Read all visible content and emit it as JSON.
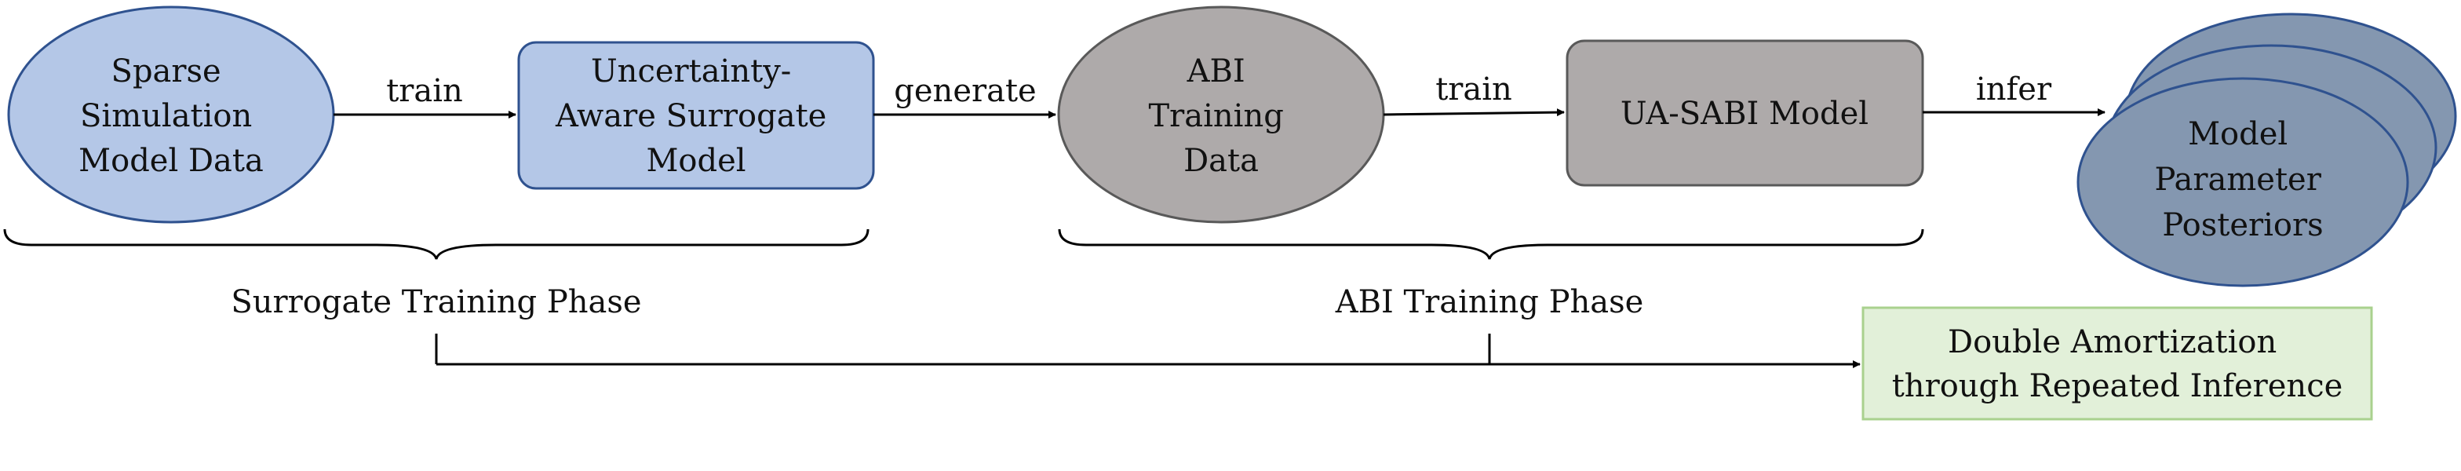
{
  "nodes": {
    "sparse_data": {
      "lines": [
        "Sparse",
        "Simulation",
        "Model Data"
      ]
    },
    "surrogate_model": {
      "lines": [
        "Uncertainty-",
        "Aware Surrogate",
        "Model"
      ]
    },
    "abi_data": {
      "lines": [
        "ABI",
        "Training",
        "Data"
      ]
    },
    "uasabi_model": {
      "lines": [
        "UA-SABI Model"
      ]
    },
    "posteriors": {
      "lines": [
        "Model",
        "Parameter",
        "Posteriors"
      ]
    },
    "double_amortization": {
      "lines": [
        "Double Amortization",
        "through Repeated Inference"
      ]
    }
  },
  "edges": {
    "train_1": "train",
    "generate": "generate",
    "train_2": "train",
    "infer": "infer"
  },
  "phases": {
    "surrogate": "Surrogate Training Phase",
    "abi": "ABI Training Phase"
  },
  "colors": {
    "blue_fill": "#b4c7e7",
    "blue_stroke": "#2f528f",
    "gray_fill": "#aeaaaa",
    "gray_stroke": "#595959",
    "slate_fill": "#8497b0",
    "slate_stroke": "#2f528f",
    "green_fill": "#e2f0d9",
    "green_stroke": "#a9d18e"
  }
}
